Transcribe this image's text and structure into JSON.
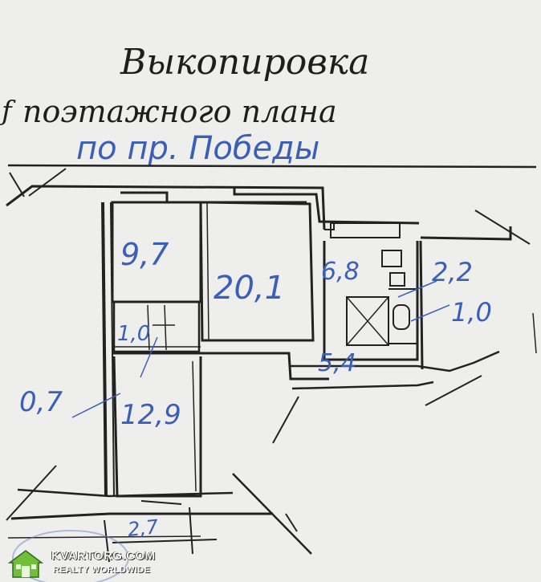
{
  "header": {
    "line1": "Выкопировка",
    "line2": "поэтажного плана",
    "line3": "по пр. Победы"
  },
  "rooms": {
    "room_a": "9,7",
    "room_b": "20,1",
    "room_c": "12,9",
    "kitchen": "6,8",
    "bath": "2,2",
    "toilet": "1,0",
    "hall": "5,4",
    "closet": "1,0",
    "corridor": "0,7",
    "balcony": "2,7"
  },
  "watermark": {
    "name": "KVARTORG.COM",
    "tagline": "REALTY WORLDWIDE",
    "icon": "house-icon",
    "color": "#6fbf3a"
  }
}
